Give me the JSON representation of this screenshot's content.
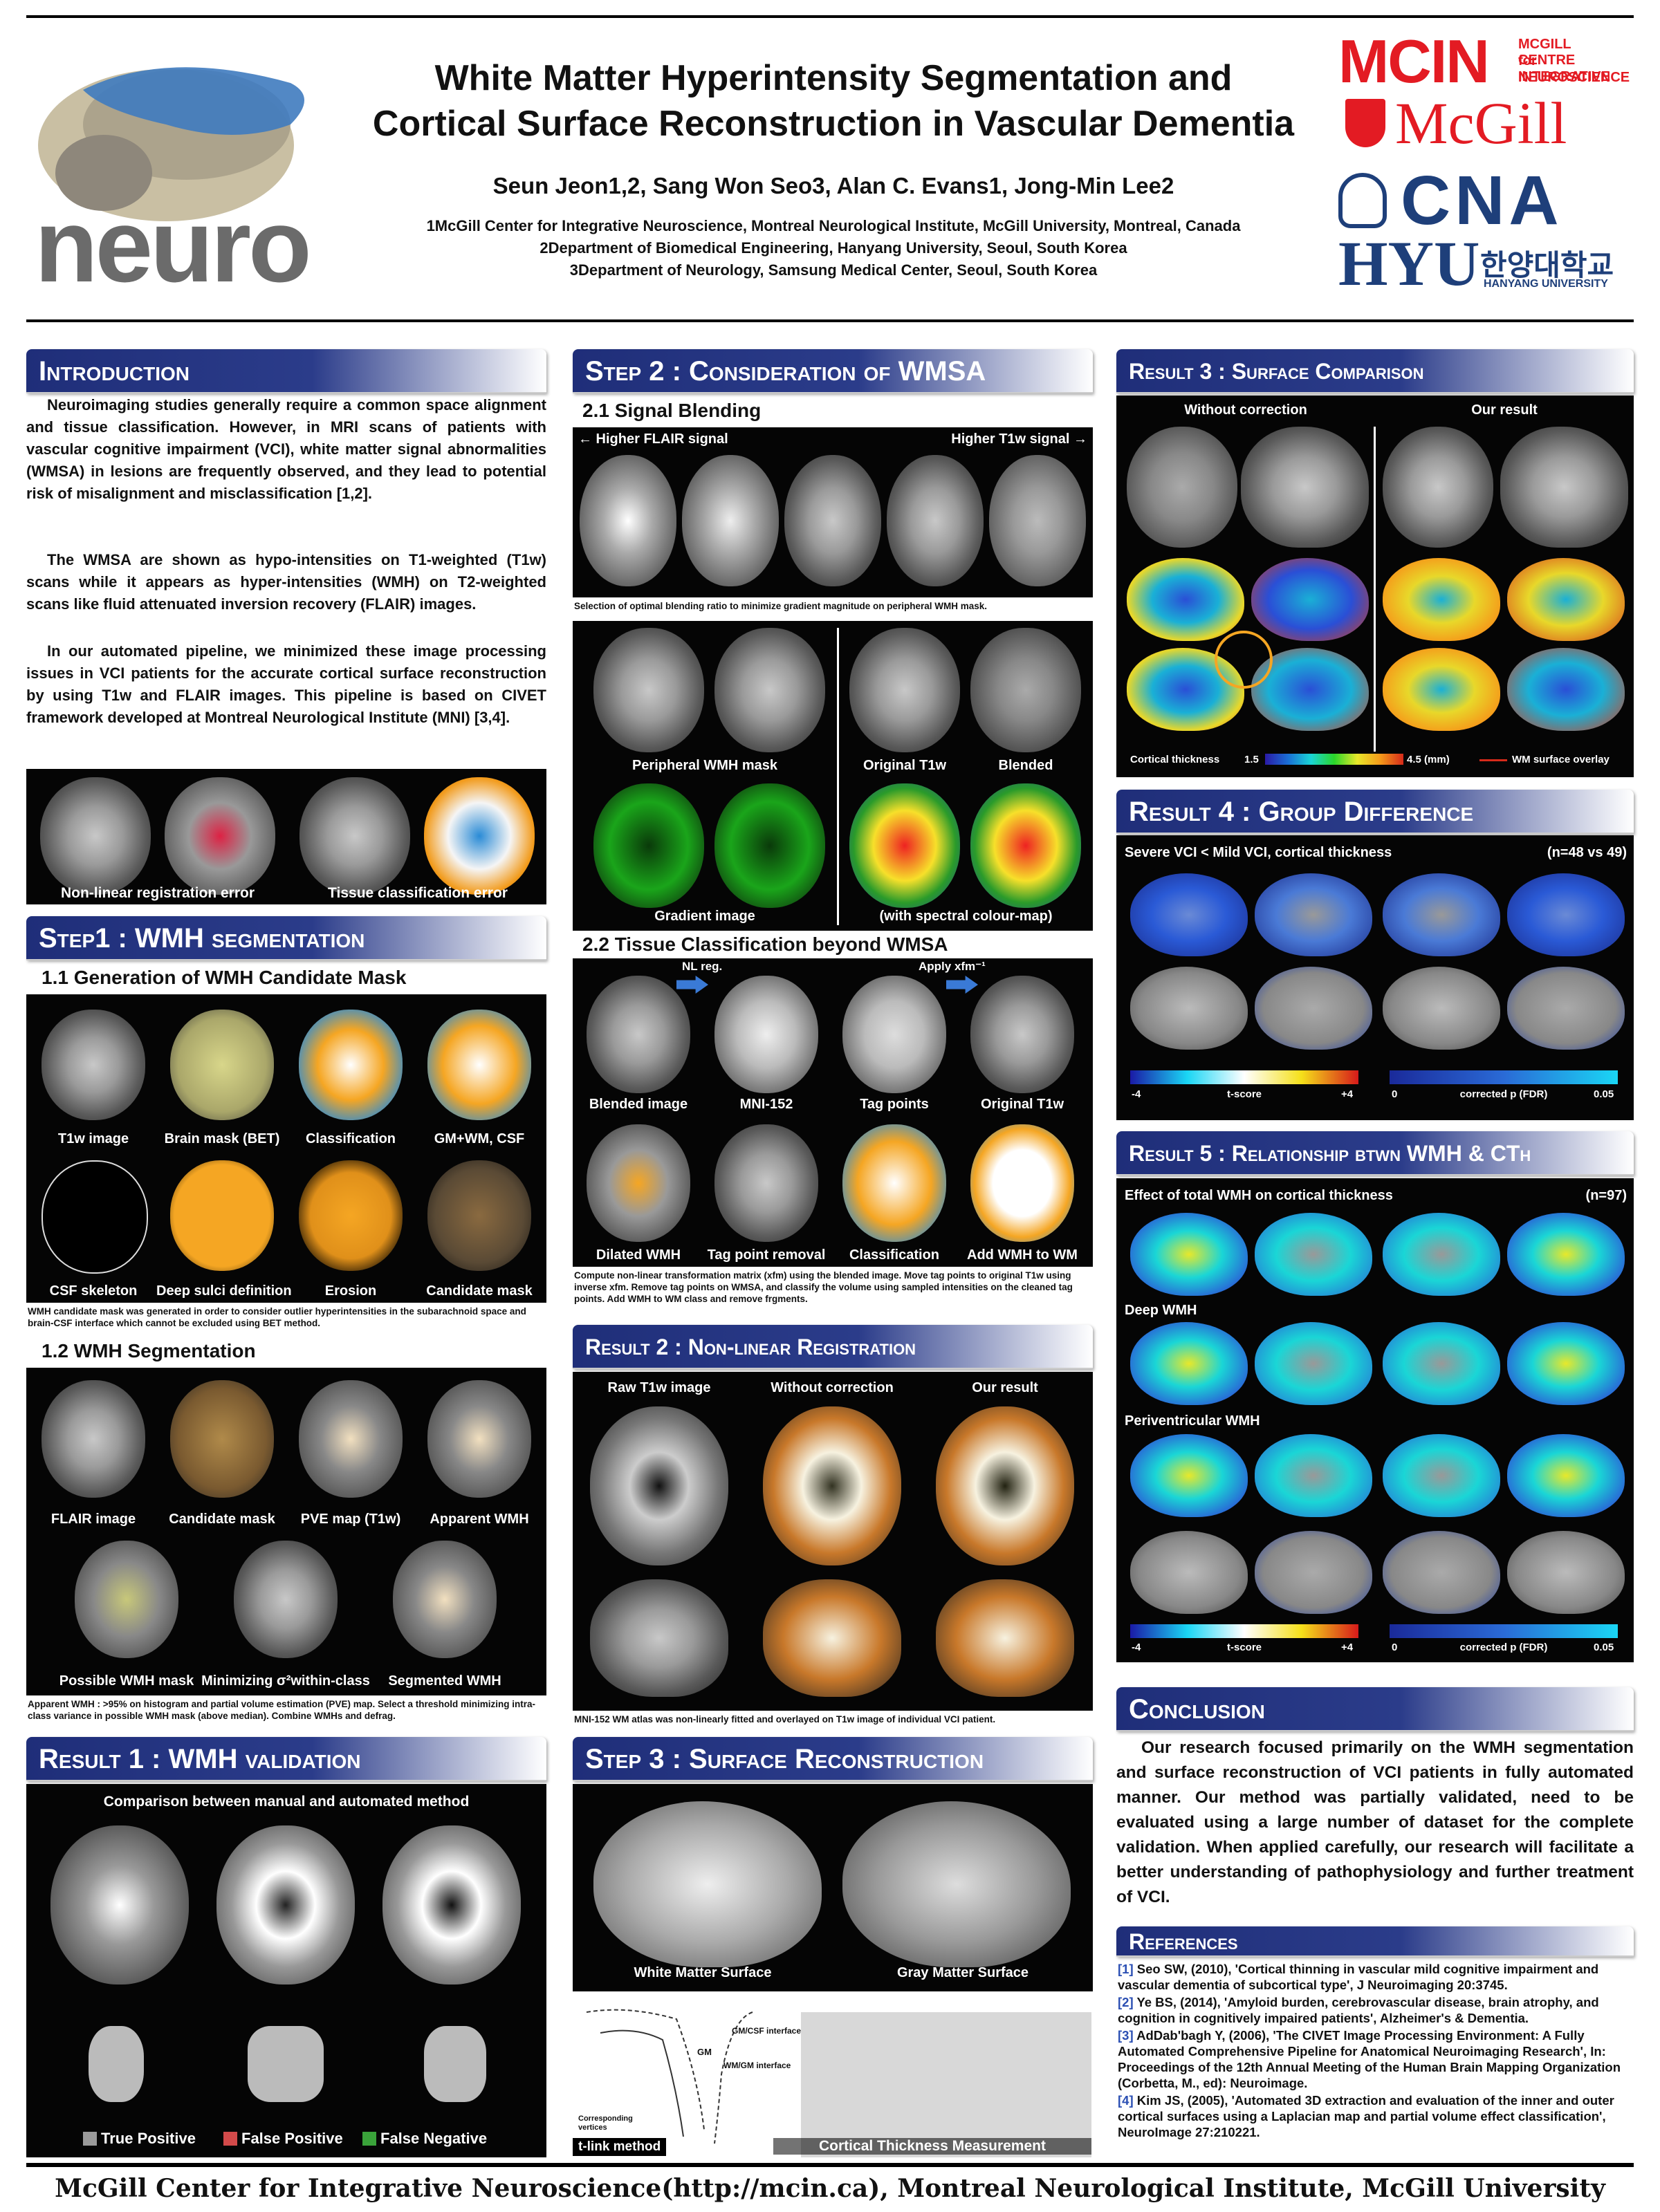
{
  "header": {
    "title_line1": "White Matter Hyperintensity Segmentation and",
    "title_line2": "Cortical Surface Reconstruction in Vascular Dementia",
    "authors": "Seun Jeon1,2,  Sang Won Seo3,  Alan C. Evans1,  Jong-Min Lee2",
    "affil1": "1McGill Center for Integrative Neuroscience, Montreal Neurological Institute, McGill University, Montreal, Canada",
    "affil2": "2Department of Biomedical Engineering, Hanyang University, Seoul, South Korea",
    "affil3": "3Department of Neurology, Samsung Medical Center, Seoul, South Korea",
    "logo_neuro": "neuro",
    "logo_mcin": "MCIN",
    "logo_mcin_sub1": "MCGILL CENTRE",
    "logo_mcin_sub2": "for INTEGRATIVE",
    "logo_mcin_sub3": "NEUROSCIENCE",
    "logo_mcgill": "McGill",
    "logo_cna": "CNA",
    "logo_hyu": "HYU",
    "logo_hanyang_kr": "한양대학교",
    "logo_hanyang_en": "HANYANG UNIVERSITY"
  },
  "intro": {
    "heading": "Introduction",
    "p1": "Neuroimaging studies generally require a common space alignment and tissue classification. However, in MRI scans of patients with vascular cognitive impairment (VCI), white matter signal abnormalities (WMSA) in lesions are frequently observed, and they lead to potential risk of misalignment and misclassification [1,2].",
    "p2": "The WMSA are shown as hypo-intensities on T1-weighted (T1w) scans while it appears as hyper-intensities (WMH) on T2-weighted scans like fluid attenuated inversion recovery (FLAIR) images.",
    "p3": "In our automated pipeline, we minimized these image processing issues in VCI patients for the accurate cortical surface reconstruction by using T1w and FLAIR images. This pipeline is based on CIVET framework developed at Montreal Neurological Institute (MNI) [3,4].",
    "fig_label1": "Non-linear registration error",
    "fig_label2": "Tissue classification error"
  },
  "step1": {
    "heading": "Step1 : WMH segmentation",
    "sub1": "1.1 Generation of WMH Candidate Mask",
    "labels_row1": [
      "T1w image",
      "Brain mask (BET)",
      "Classification",
      "GM+WM, CSF"
    ],
    "labels_row2": [
      "CSF skeleton",
      "Deep sulci definition",
      "Erosion",
      "Candidate mask"
    ],
    "caption1": "WMH candidate mask was generated in order to consider outlier hyperintensities in the subarachnoid space and brain-CSF interface which cannot be excluded using BET method.",
    "sub2": "1.2 WMH Segmentation",
    "labels_row3": [
      "FLAIR image",
      "Candidate mask",
      "PVE map (T1w)",
      "Apparent WMH"
    ],
    "labels_row4": [
      "Possible WMH mask",
      "Minimizing σ²within-class",
      "Segmented WMH"
    ],
    "caption2": "Apparent WMH : >95% on histogram and partial volume estimation (PVE) map. Select a threshold minimizing intra-class variance in possible WMH mask (above median). Combine WMHs and defrag."
  },
  "result1": {
    "heading": "Result 1 : WMH validation",
    "subtitle": "Comparison between manual and automated method",
    "legend": [
      "True Positive",
      "False Positive",
      "False Negative"
    ],
    "legend_colors": [
      "#9a9a9a",
      "#d34a4a",
      "#3aa33a"
    ]
  },
  "step2": {
    "heading": "Step 2 : Consideration of WMSA",
    "sub1": "2.1 Signal Blending",
    "left_arrow": "← Higher FLAIR signal",
    "right_arrow": "Higher T1w signal →",
    "caption1": "Selection of optimal blending ratio to minimize gradient magnitude on peripheral WMH mask.",
    "labels_a": [
      "Peripheral WMH mask",
      "Original T1w",
      "Blended"
    ],
    "labels_b": [
      "Gradient image",
      "(with spectral colour-map)"
    ],
    "sub2": "2.2 Tissue Classification beyond WMSA",
    "nl_reg": "NL reg.",
    "apply_xfm": "Apply xfm⁻¹",
    "labels_c": [
      "Blended image",
      "MNI-152",
      "Tag points",
      "Original T1w"
    ],
    "labels_d": [
      "Dilated WMH",
      "Tag point removal",
      "Classification",
      "Add WMH to WM"
    ],
    "caption2": "Compute non-linear transformation matrix (xfm) using the blended image.  Move tag points to original T1w using inverse xfm. Remove tag points on WMSA, and classify the volume using sampled intensities on the cleaned tag points.  Add WMH to WM class and remove frgments."
  },
  "result2": {
    "heading": "Result 2 : Non-linear Registration",
    "cols": [
      "Raw T1w image",
      "Without correction",
      "Our result"
    ],
    "caption": "MNI-152 WM atlas was non-linearly fitted and overlayed on T1w image of individual VCI patient."
  },
  "step3": {
    "heading": "Step 3 : Surface Reconstruction",
    "label_wm": "White Matter Surface",
    "label_gm": "Gray Matter Surface",
    "diag_gm": "GM",
    "diag_gm_csf": "GM/CSF interface",
    "diag_wm_gm": "WM/GM interface",
    "diag_vertices": "Corresponding vertices",
    "tlink": "t-link method",
    "ctm": "Cortical Thickness Measurement"
  },
  "result3": {
    "heading": "Result 3 : Surface Comparison",
    "col1": "Without correction",
    "col2": "Our result",
    "cbar_label": "Cortical thickness",
    "cbar_min": "1.5",
    "cbar_max": "4.5 (mm)",
    "overlay_label": "WM surface overlay"
  },
  "result4": {
    "heading": "Result 4 : Group Difference",
    "subtitle": "Severe VCI < Mild VCI, cortical thickness",
    "n": "(n=48 vs 49)",
    "t_min": "-4",
    "t_label": "t-score",
    "t_max": "+4",
    "p_min": "0",
    "p_label": "corrected p (FDR)",
    "p_max": "0.05"
  },
  "result5": {
    "heading": "Result 5 : Relationship btwn WMH & CTh",
    "subtitle": "Effect of total WMH on cortical thickness",
    "n": "(n=97)",
    "deep": "Deep WMH",
    "peri": "Periventricular WMH",
    "t_min": "-4",
    "t_label": "t-score",
    "t_max": "+4",
    "p_min": "0",
    "p_label": "corrected p (FDR)",
    "p_max": "0.05"
  },
  "conclusion": {
    "heading": "Conclusion",
    "text": "Our research focused primarily on the WMH segmentation and surface reconstruction of VCI patients in fully automated manner. Our method was partially validated, need to be evaluated using a large number of dataset for the complete validation. When applied carefully, our research will facilitate a better understanding of pathophysiology and further treatment of VCI."
  },
  "references": {
    "heading": "References",
    "items": [
      {
        "num": "[1]",
        "text": "Seo SW, (2010), 'Cortical thinning in vascular mild cognitive impairment and vascular dementia of subcortical type', J Neuroimaging 20:3745."
      },
      {
        "num": "[2]",
        "text": "Ye BS, (2014), 'Amyloid burden, cerebrovascular disease, brain atrophy, and cognition in cognitively impaired patients', Alzheimer's & Dementia."
      },
      {
        "num": "[3]",
        "text": "AdDab'bagh Y, (2006), 'The CIVET Image Processing Environment: A Fully Automated Comprehensive Pipeline for Anatomical Neuroimaging Research', In: Proceedings of the 12th Annual Meeting of the Human Brain Mapping Organization (Corbetta, M., ed): Neuroimage."
      },
      {
        "num": "[4]",
        "text": "Kim JS, (2005), 'Automated 3D extraction and evaluation of the inner and outer cortical surfaces using a Laplacian map and partial volume effect classification', NeuroImage 27:210221."
      }
    ]
  },
  "footer": "McGill Center for Integrative Neuroscience(http://mcin.ca), Montreal Neurological Institute, McGill University",
  "colors": {
    "header_blue": "#1f2e79",
    "mcin_red": "#e31b23",
    "cna_blue": "#1e3f7a"
  }
}
